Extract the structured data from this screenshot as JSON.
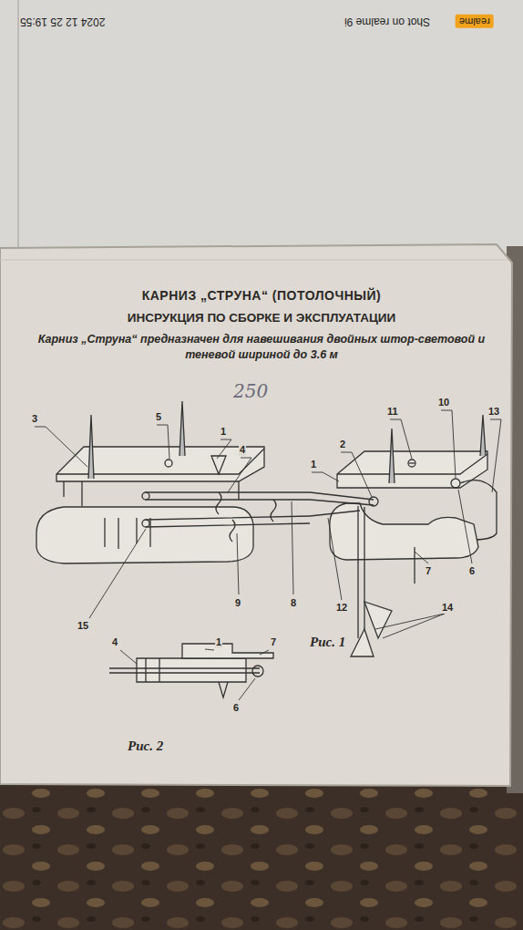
{
  "diagram": {
    "title": "КАРНИЗ „СТРУНА“ (ПОТОЛОЧНЫЙ)",
    "labels": [
      "realme",
      "Shot on realme 9i",
      "2024 12 25 19:55",
      "ИНСРУКЦИЯ ПО СБОРКЕ И ЭКСПЛУАТАЦИИ",
      "Карниз „Струна“ предназначен для навешивания двойных штор-световой и теневой шириной до 3.6 м",
      "250",
      "3",
      "5",
      "1",
      "4",
      "11",
      "10",
      "13",
      "1",
      "2",
      "15",
      "9",
      "8",
      "12",
      "7",
      "6",
      "14",
      "Рис. 1",
      "4",
      "1",
      "7",
      "6",
      "Рис. 2"
    ]
  }
}
